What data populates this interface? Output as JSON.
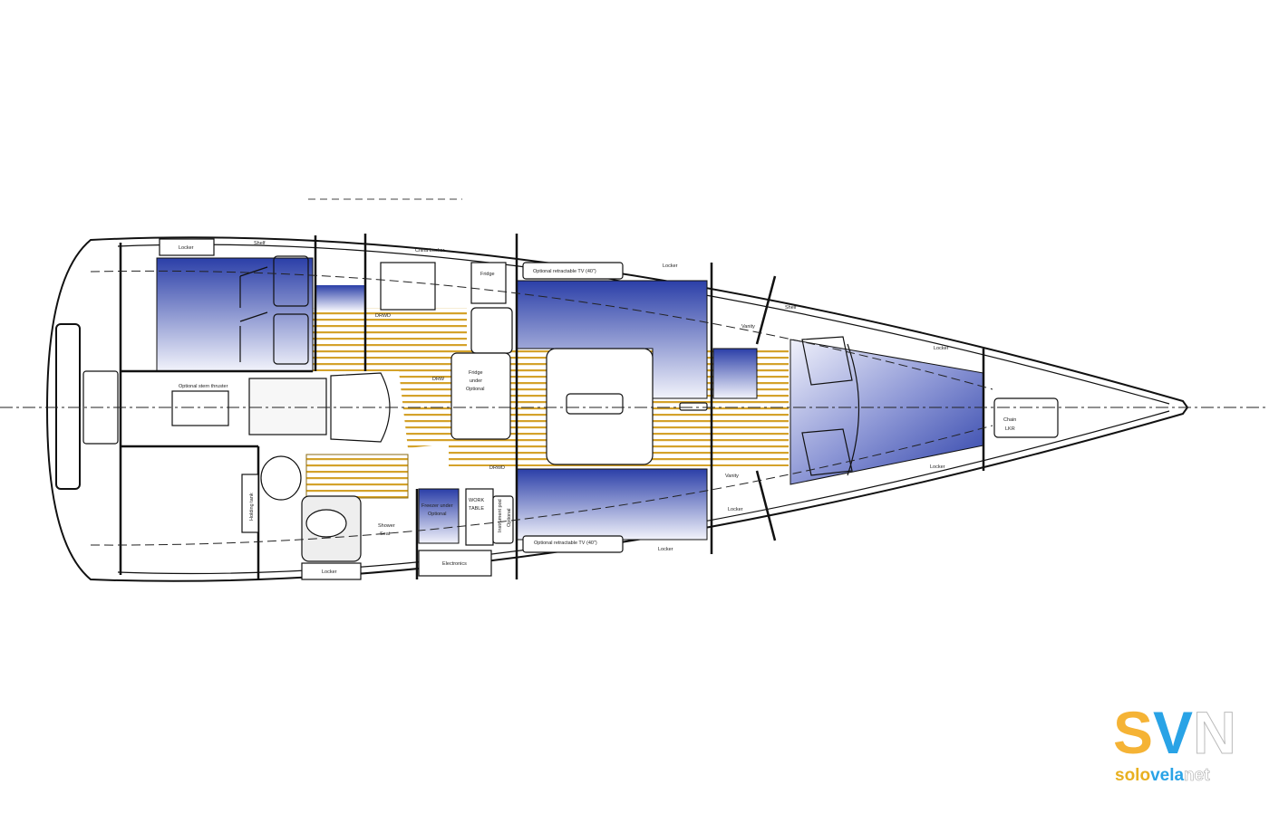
{
  "title": "Interior layout plan",
  "labels": {
    "locker_aft": "Locker",
    "shelf_aft": "Shelf",
    "china_locker": "China Locker",
    "fridge": "Fridge",
    "tv_top": "Optional retractable TV (40\")",
    "locker_top_mid": "Locker",
    "drwd_top": "DRWD",
    "drw_mid": "DRW",
    "fridge_under_1": "Fridge",
    "fridge_under_2": "under",
    "fridge_under_3": "Optional",
    "stern_thruster": "Optional stern thruster",
    "holding_tank": "Holding tank",
    "shower_1": "Shower",
    "shower_2": "Seat",
    "locker_head": "Locker",
    "drwd_bottom": "DRWD",
    "freezer_1": "Freezer under",
    "freezer_2": "Optional",
    "work_1": "WORK",
    "work_2": "TABLE",
    "instrument_1": "Instrument pod",
    "instrument_2": "Optional",
    "electronics": "Electronics",
    "tv_bottom": "Optional retractable TV (40\")",
    "locker_bottom_mid": "Locker",
    "vanity_top": "Vanity",
    "shelf_fwd": "Shelf",
    "locker_fwd_top": "Locker",
    "vanity_bottom": "Vanity",
    "locker_fwd_cabin": "Locker",
    "locker_fwd_bottom": "Locker",
    "chain_1": "Chain",
    "chain_2": "LKR"
  },
  "logo": {
    "s": "S",
    "v": "V",
    "n": "N",
    "sub_a": "solo",
    "sub_b": "vela",
    "sub_c": "net"
  },
  "colors": {
    "cushion": "#2b3fa8",
    "teak": "#d4a22a",
    "logo_orange": "#f5b335",
    "logo_blue": "#29a3e6"
  }
}
